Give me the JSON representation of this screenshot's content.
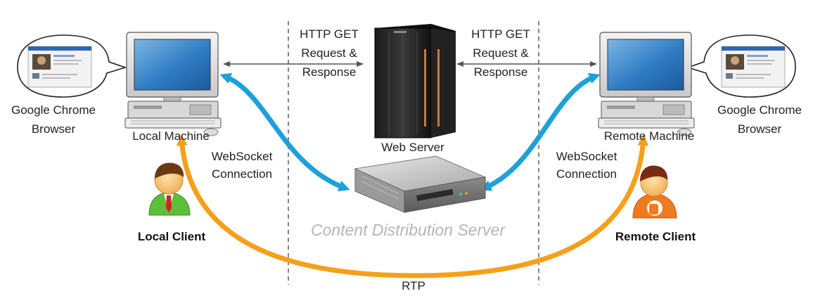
{
  "nodes": {
    "local_browser": {
      "label_line1": "Google Chrome",
      "label_line2": "Browser"
    },
    "remote_browser": {
      "label_line1": "Google Chrome",
      "label_line2": "Browser"
    },
    "local_machine": {
      "label": "Local Machine"
    },
    "remote_machine": {
      "label": "Remote Machine"
    },
    "web_server": {
      "label": "Web Server"
    },
    "content_server": {
      "label": "Content Distribution Server"
    },
    "local_client": {
      "label": "Local Client"
    },
    "remote_client": {
      "label": "Remote Client"
    }
  },
  "edges": {
    "http_left": {
      "line1": "HTTP GET",
      "line2": "Request &",
      "line3": "Response"
    },
    "http_right": {
      "line1": "HTTP GET",
      "line2": "Request &",
      "line3": "Response"
    },
    "ws_left": {
      "line1": "WebSocket",
      "line2": "Connection"
    },
    "ws_right": {
      "line1": "WebSocket",
      "line2": "Connection"
    },
    "rtp": {
      "label": "RTP"
    }
  },
  "colors": {
    "websocket_arrow": "#1ea0d8",
    "rtp_arrow": "#f5a01a",
    "http_arrow": "#555555",
    "divider": "#333333",
    "cds_label": "#b5b5b5"
  }
}
